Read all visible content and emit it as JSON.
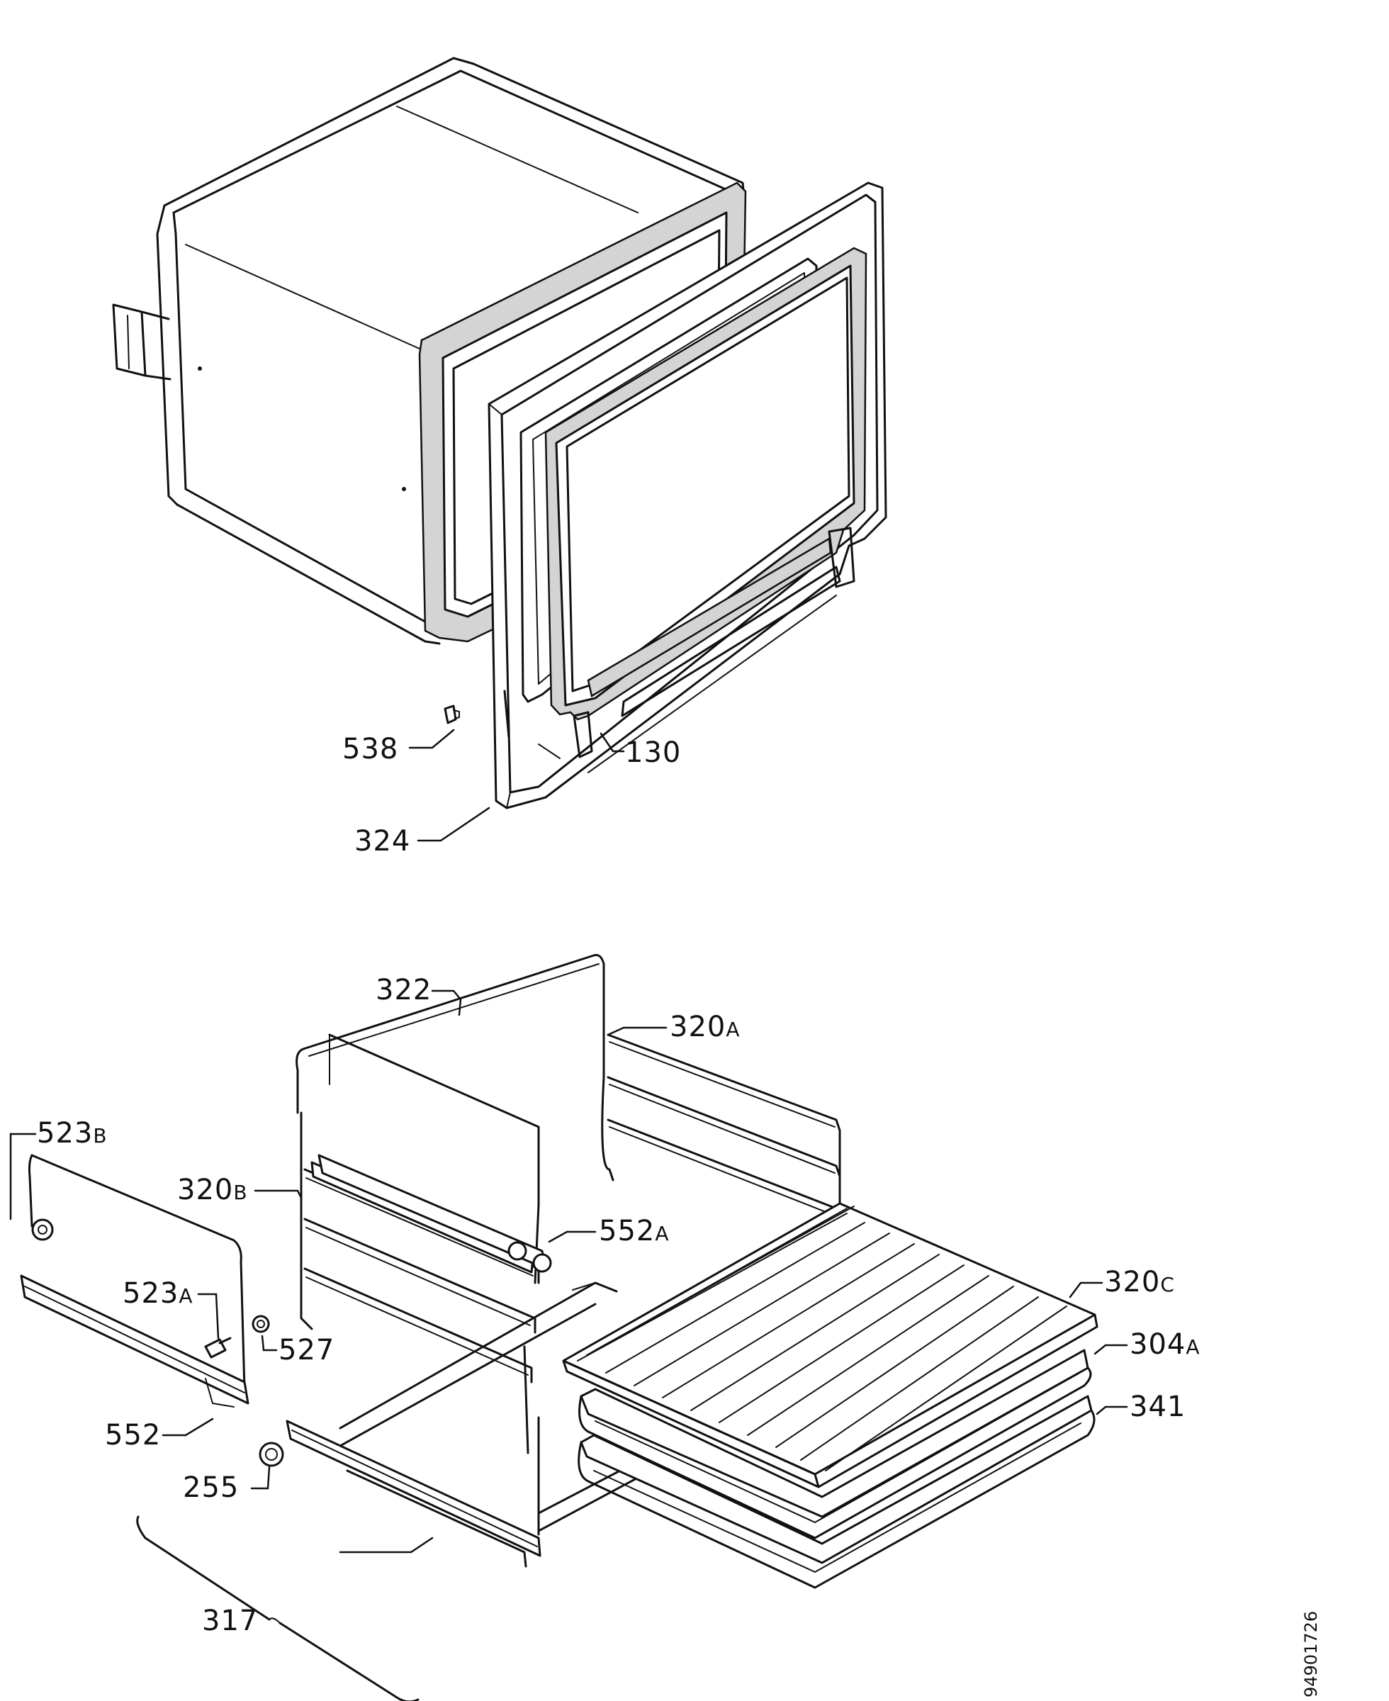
{
  "callouts": {
    "p538": "538",
    "p130": "130",
    "p324": "324",
    "p322": "322",
    "p320a_num": "320",
    "p320a_suf": "A",
    "p523b_num": "523",
    "p523b_suf": "B",
    "p320b_num": "320",
    "p320b_suf": "B",
    "p552a_num": "552",
    "p552a_suf": "A",
    "p523a_num": "523",
    "p523a_suf": "A",
    "p320c_num": "320",
    "p320c_suf": "C",
    "p527": "527",
    "p304a_num": "304",
    "p304a_suf": "A",
    "p341": "341",
    "p552": "552",
    "p255": "255",
    "p317": "317"
  },
  "document_id": "94901726"
}
